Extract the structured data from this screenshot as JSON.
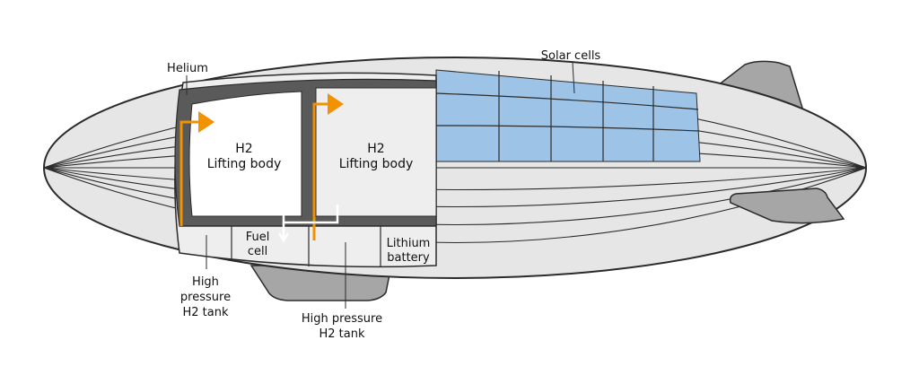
{
  "labels": {
    "helium": "Helium",
    "solar_cells": "Solar cells",
    "lifting_body_1": {
      "line1": "H2",
      "line2": "Lifting body"
    },
    "lifting_body_2": {
      "line1": "H2",
      "line2": "Lifting body"
    },
    "fuel_cell": {
      "line1": "Fuel",
      "line2": "cell"
    },
    "lithium_battery": {
      "line1": "Lithium",
      "line2": "battery"
    },
    "hp_tank_left": {
      "line1": "High",
      "line2": "pressure",
      "line3": "H2 tank"
    },
    "hp_tank_center": {
      "line1": "High pressure",
      "line2": "H2 tank"
    }
  },
  "colors": {
    "hull": "#e6e6e6",
    "hull_stroke": "#2b2b2b",
    "helium_wall": "#5a5a5a",
    "solar": "#9dc3e6",
    "flow_arrow": "#f39200",
    "exhaust_arrow": "#ffffff",
    "fin": "#a6a6a6"
  }
}
